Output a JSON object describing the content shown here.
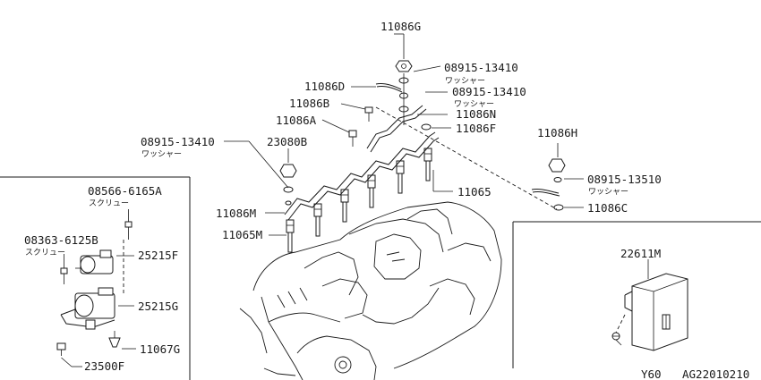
{
  "labels": {
    "p11086G": "11086G",
    "w1_no": "08915-13410",
    "w1_jp": "ワッシャー",
    "p11086D": "11086D",
    "w2_no": "08915-13410",
    "w2_jp": "ワッシャー",
    "p11086B": "11086B",
    "p11086N": "11086N",
    "p11086A": "11086A",
    "p11086F": "11086F",
    "w3_no": "08915-13410",
    "w3_jp": "ワッシャー",
    "p23080B": "23080B",
    "p11086H": "11086H",
    "w4_no": "08915-13510",
    "w4_jp": "ワッシャー",
    "p11065": "11065",
    "p11086C": "11086C",
    "p11086M": "11086M",
    "p11065M": "11065M",
    "s1_no": "08566-6165A",
    "s1_jp": "スクリュー",
    "s2_no": "08363-6125B",
    "s2_jp": "スクリュー",
    "p25215F": "25215F",
    "p25215G": "25215G",
    "p11067G": "11067G",
    "p23500F": "23500F",
    "p22611M": "22611M",
    "model": "Y60",
    "code": "AG22010210"
  }
}
